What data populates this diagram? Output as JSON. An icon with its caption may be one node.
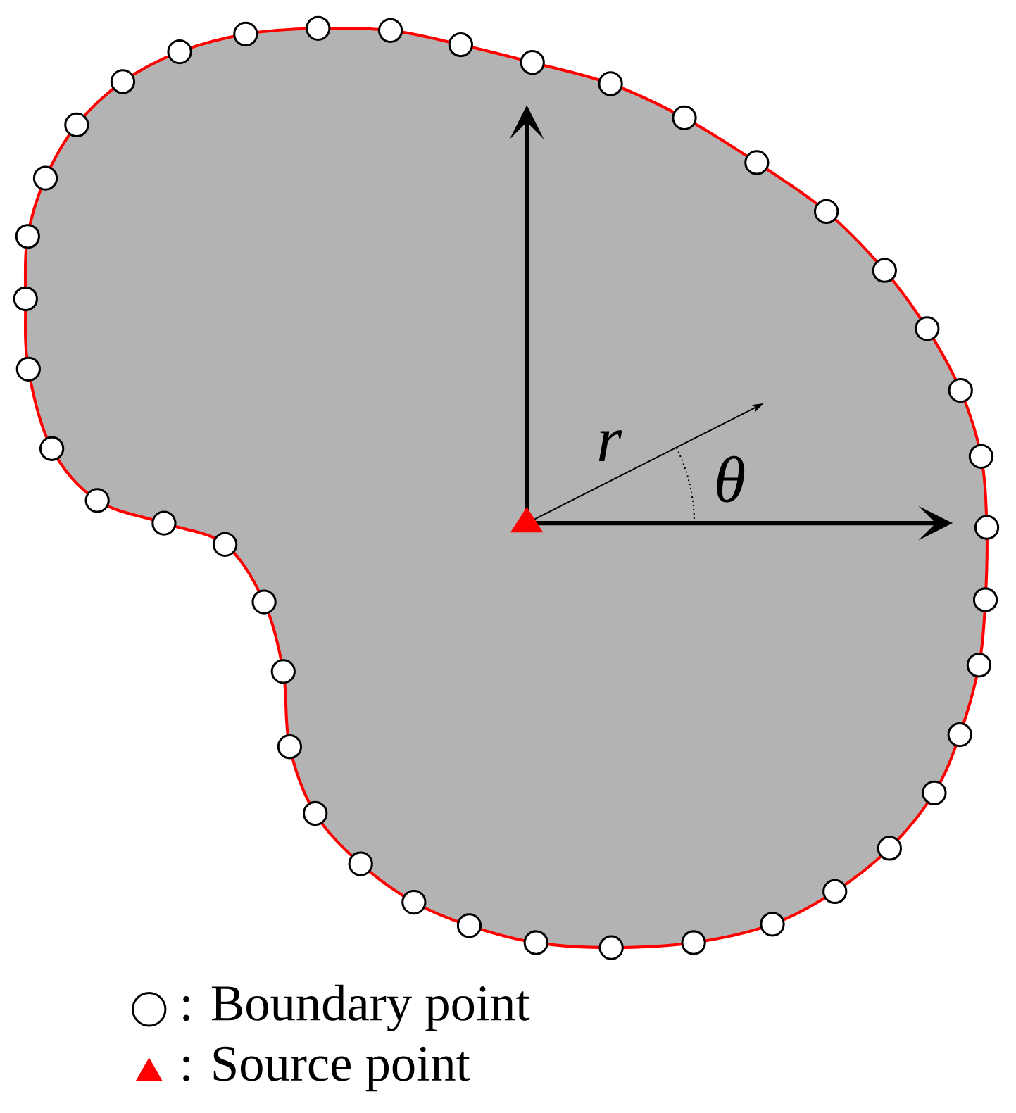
{
  "diagram": {
    "labels": [
      "r",
      "θ"
    ],
    "legend": [
      {
        "text": ": Boundary point"
      },
      {
        "text": ": Source point"
      }
    ]
  }
}
